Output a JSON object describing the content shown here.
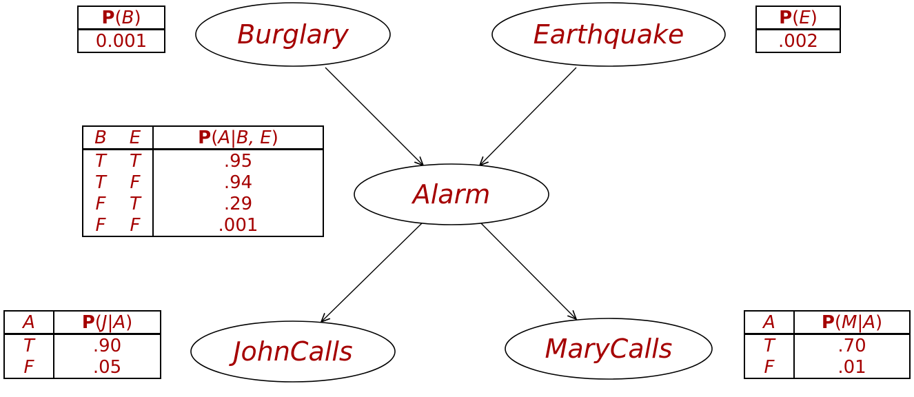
{
  "nodes": {
    "burglary": "Burglary",
    "earthquake": "Earthquake",
    "alarm": "Alarm",
    "johncalls": "JohnCalls",
    "marycalls": "MaryCalls"
  },
  "cpt_b": {
    "header": {
      "bold": "P",
      "open": "(",
      "var": "B",
      "close": ")"
    },
    "rows": [
      "0.001"
    ]
  },
  "cpt_e": {
    "header": {
      "bold": "P",
      "open": "(",
      "var": "E",
      "close": ")"
    },
    "rows": [
      ".002"
    ]
  },
  "cpt_a": {
    "col1": "B",
    "col2": "E",
    "header": {
      "bold": "P",
      "open": "(",
      "expr": "A|B, E",
      "close": ")"
    },
    "rows": [
      {
        "b": "T",
        "e": "T",
        "p": ".95"
      },
      {
        "b": "T",
        "e": "F",
        "p": ".94"
      },
      {
        "b": "F",
        "e": "T",
        "p": ".29"
      },
      {
        "b": "F",
        "e": "F",
        "p": ".001"
      }
    ]
  },
  "cpt_j": {
    "col1": "A",
    "header": {
      "bold": "P",
      "open": "(",
      "expr": "J|A",
      "close": ")"
    },
    "rows": [
      {
        "a": "T",
        "p": ".90"
      },
      {
        "a": "F",
        "p": ".05"
      }
    ]
  },
  "cpt_m": {
    "col1": "A",
    "header": {
      "bold": "P",
      "open": "(",
      "expr": "M|A",
      "close": ")"
    },
    "rows": [
      {
        "a": "T",
        "p": ".70"
      },
      {
        "a": "F",
        "p": ".01"
      }
    ]
  }
}
